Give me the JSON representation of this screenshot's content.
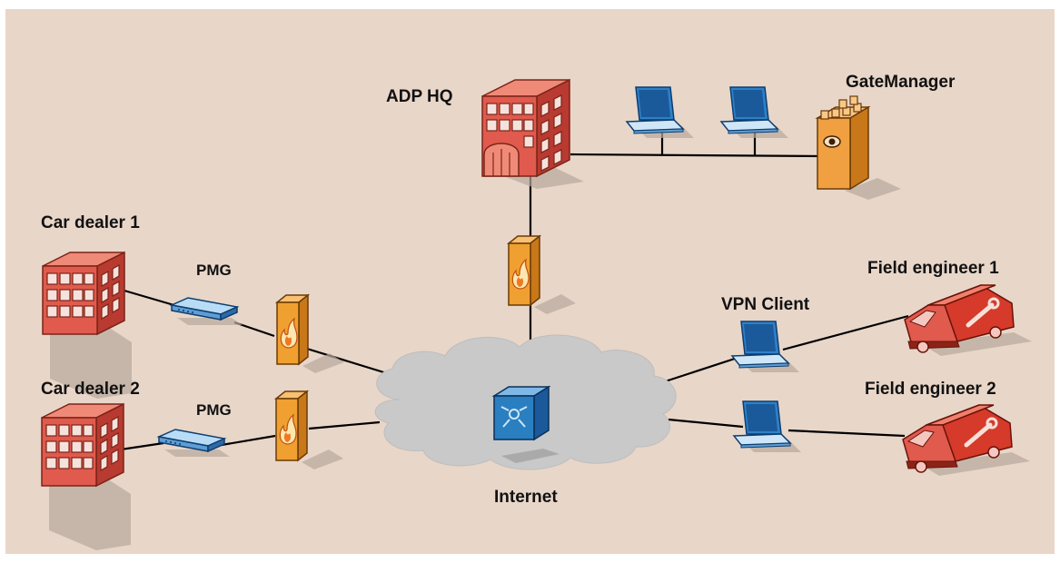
{
  "labels": {
    "adp_hq": "ADP HQ",
    "gatemanager": "GateManager",
    "car_dealer_1": "Car dealer 1",
    "car_dealer_2": "Car dealer 2",
    "pmg_1": "PMG",
    "pmg_2": "PMG",
    "vpn_client": "VPN Client",
    "field_engineer_1": "Field engineer 1",
    "field_engineer_2": "Field engineer 2",
    "internet": "Internet"
  },
  "icons": {
    "building": "office-building-icon",
    "tower": "gatemanager-tower-icon",
    "laptop": "laptop-icon",
    "router": "pmg-router-icon",
    "firewall": "firewall-icon",
    "cloud": "internet-cloud-icon",
    "hub": "internet-hub-icon",
    "van": "service-van-icon"
  },
  "colors": {
    "background": "#e8d6c9",
    "building_red": "#e05a4e",
    "building_top": "#f08a78",
    "firewall_orange": "#f0a030",
    "laptop_blue": "#2f80c8",
    "router_blue": "#8fc4ec",
    "cloud_gray": "#c8c8c8",
    "hub_blue": "#2a7fc0",
    "tower_orange": "#f0a040",
    "line": "#000000",
    "shadow": "#b8a89c"
  }
}
